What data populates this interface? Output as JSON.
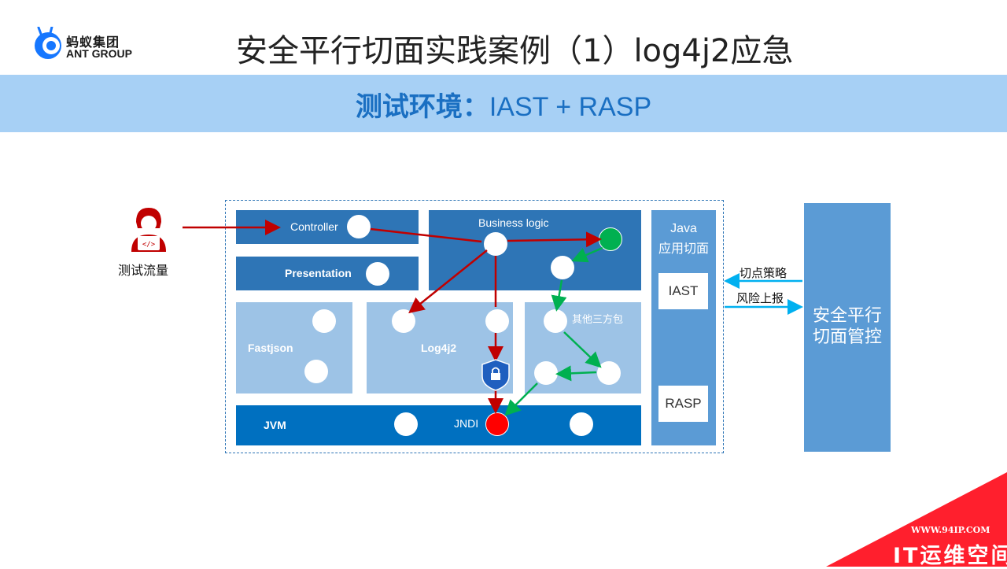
{
  "header": {
    "logo_cn": "蚂蚁集团",
    "logo_en": "ANT GROUP",
    "title": "安全平行切面实践案例（1）log4j2应急"
  },
  "banner": {
    "label": "测试环境：",
    "value": "IAST + RASP"
  },
  "diagram": {
    "user_label": "测试流量",
    "blocks": {
      "controller": "Controller",
      "presentation": "Presentation",
      "business_logic": "Business logic",
      "fastjson": "Fastjson",
      "log4j2": "Log4j2",
      "third_party": "其他三方包",
      "jvm": "JVM",
      "jndi": "JNDI",
      "java_aspect_line1": "Java",
      "java_aspect_line2": "应用切面",
      "iast": "IAST",
      "rasp": "RASP"
    },
    "arrows": {
      "policy": "切点策略",
      "report": "风险上报"
    },
    "management": {
      "line1": "安全平行",
      "line2": "切面管控"
    },
    "colors": {
      "dark_blue": "#2e75b6",
      "light_blue": "#9dc3e6",
      "jvm_blue": "#0070c0",
      "banner": "#a7d0f5",
      "flow_red": "#c00000",
      "flow_green": "#00b050",
      "arrow_cyan": "#00b0f0",
      "danger_node": "#ff0000",
      "safe_node": "#00b050"
    }
  },
  "watermark": {
    "url": "WWW.94IP.COM",
    "text": "IT运维空间"
  }
}
